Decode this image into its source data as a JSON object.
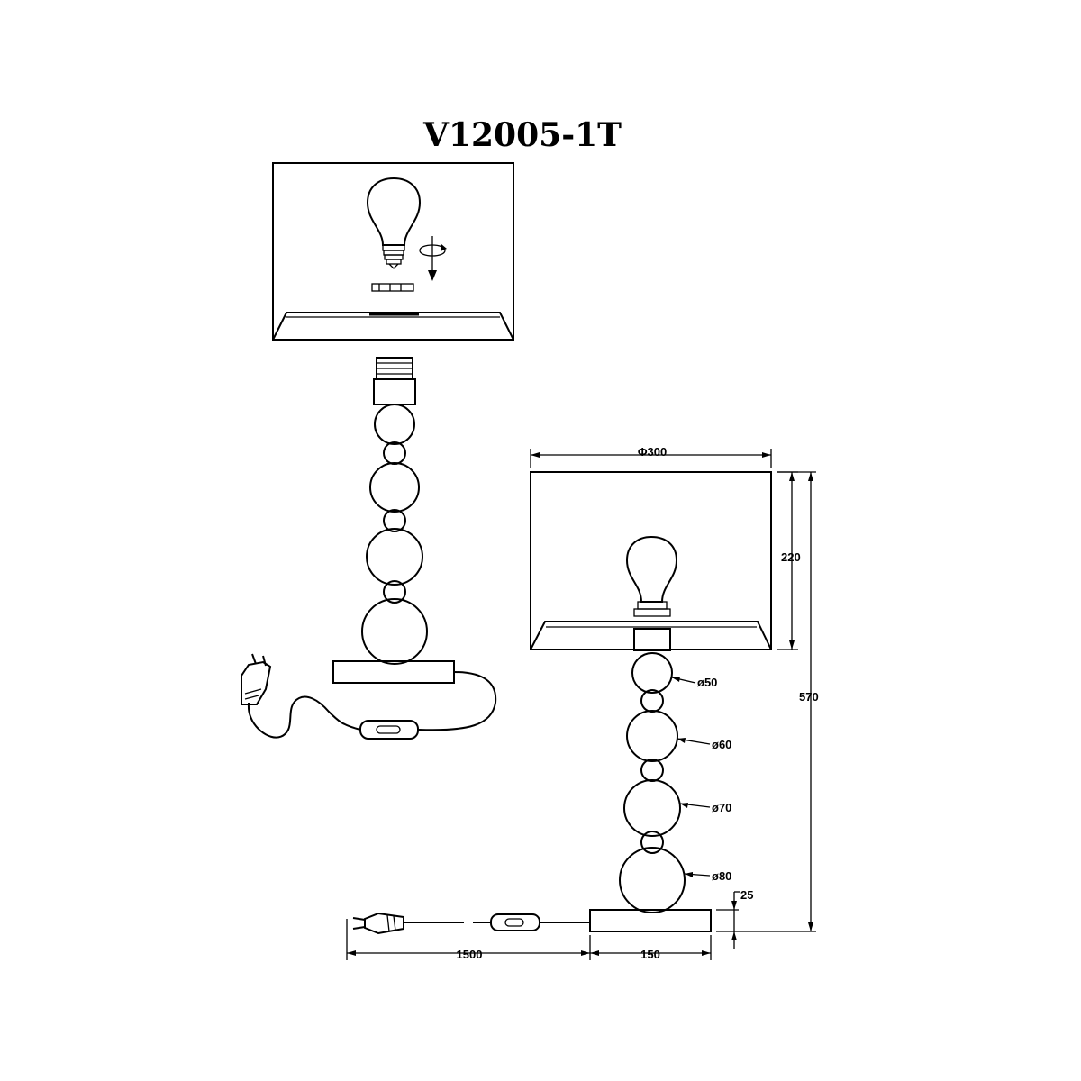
{
  "title": "V12005-1T",
  "dimensions": {
    "shade_diameter": "Φ300",
    "shade_height": "220",
    "total_height": "570",
    "ball_1": "ø50",
    "ball_2": "ø60",
    "ball_3": "ø70",
    "ball_4": "ø80",
    "base_height": "25",
    "base_width": "150",
    "cable_length": "1500"
  },
  "colors": {
    "line": "#000000",
    "background": "#ffffff"
  }
}
